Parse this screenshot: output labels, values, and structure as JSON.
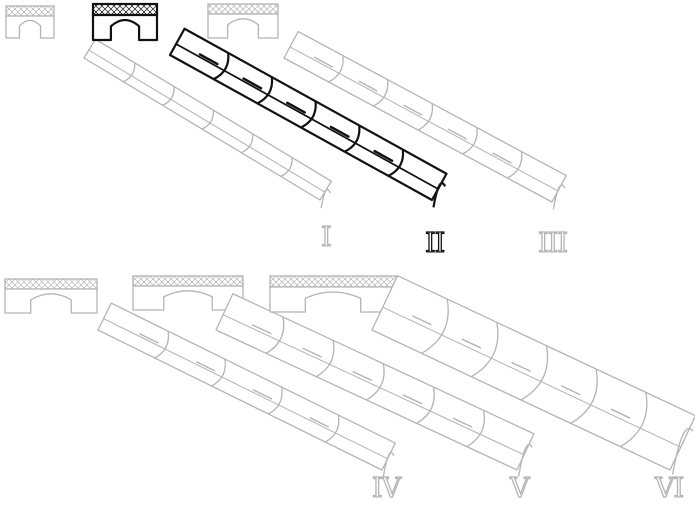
{
  "figure": {
    "colors": {
      "faded": "#b4b4b4",
      "highlight": "#111111",
      "background": "#ffffff"
    },
    "highlighted_type": "II",
    "types": [
      {
        "id": "I",
        "label": "I",
        "highlighted": false
      },
      {
        "id": "II",
        "label": "II",
        "highlighted": true
      },
      {
        "id": "III",
        "label": "III",
        "highlighted": false
      },
      {
        "id": "IV",
        "label": "IV",
        "highlighted": false
      },
      {
        "id": "V",
        "label": "V",
        "highlighted": false
      },
      {
        "id": "VI",
        "label": "VI",
        "highlighted": false
      }
    ]
  }
}
